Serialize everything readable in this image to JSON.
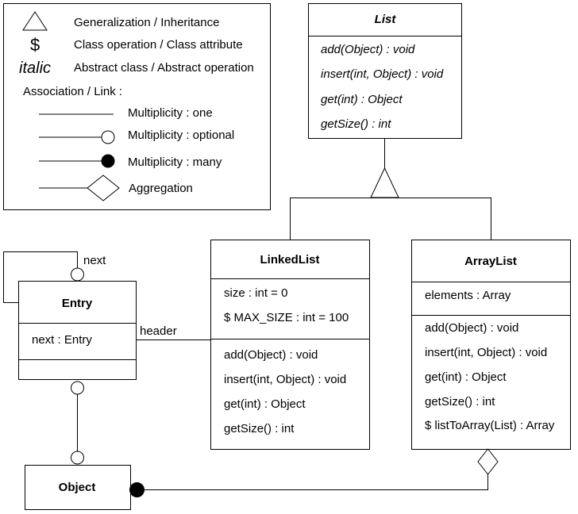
{
  "legend": {
    "generalization": "Generalization / Inheritance",
    "dollar_symbol": "$",
    "class_operation": "Class operation / Class attribute",
    "italic_word": "italic",
    "abstract": "Abstract class / Abstract operation",
    "association": "Association / Link :",
    "mult_one": "Multiplicity : one",
    "mult_optional": "Multiplicity : optional",
    "mult_many": "Multiplicity : many",
    "aggregation": "Aggregation"
  },
  "classes": {
    "list": {
      "name": "List",
      "operations": [
        "add(Object) : void",
        "insert(int, Object) : void",
        "get(int) : Object",
        "getSize() : int"
      ]
    },
    "linkedlist": {
      "name": "LinkedList",
      "attributes": [
        "size : int = 0",
        "$ MAX_SIZE : int = 100"
      ],
      "operations": [
        "add(Object) : void",
        "insert(int, Object) : void",
        "get(int) : Object",
        "getSize() : int"
      ]
    },
    "arraylist": {
      "name": "ArrayList",
      "attributes": [
        "elements : Array"
      ],
      "operations": [
        "add(Object) : void",
        "insert(int, Object) : void",
        "get(int) : Object",
        "getSize() : int",
        "$ listToArray(List) : Array"
      ]
    },
    "entry": {
      "name": "Entry",
      "attributes": [
        "next : Entry"
      ]
    },
    "object": {
      "name": "Object"
    }
  },
  "associations": {
    "self_next": "next",
    "header": "header"
  }
}
